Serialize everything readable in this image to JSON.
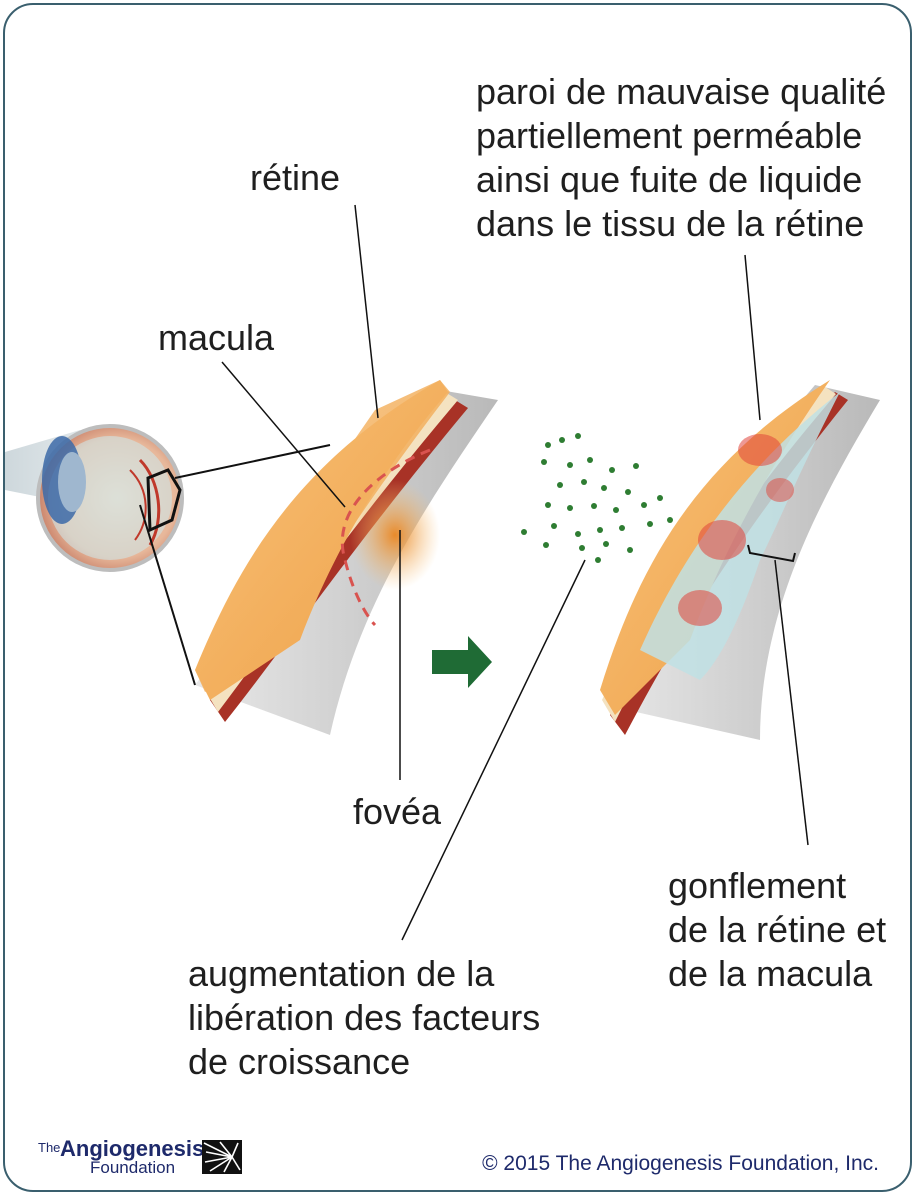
{
  "labels": {
    "retine": "rétine",
    "macula": "macula",
    "fovea": "fovéa",
    "paroi": [
      "paroi de mauvaise qualité",
      "partiellement perméable",
      "ainsi que fuite de liquide",
      "dans le tissu de la rétine"
    ],
    "gonflement": [
      "gonflement",
      "de la rétine et",
      "de la macula"
    ],
    "augmentation": [
      "augmentation de la",
      "libération des facteurs",
      "de croissance"
    ]
  },
  "footer": {
    "logo_the": "The",
    "logo_name": "Angiogenesis",
    "logo_sub": "Foundation",
    "copyright": "© 2015 The Angiogenesis Foundation, Inc."
  },
  "colors": {
    "frame": "#3a5f6e",
    "retina": "#f2b25c",
    "choroid": "#9b2a22",
    "arrow": "#1f6b35",
    "dots": "#2e7d32",
    "brand": "#1e2a6b",
    "edema": "#bfe0e4"
  },
  "icons": [
    "eye-cross-section-icon",
    "arrow-right-icon",
    "angiogenesis-star-icon"
  ]
}
